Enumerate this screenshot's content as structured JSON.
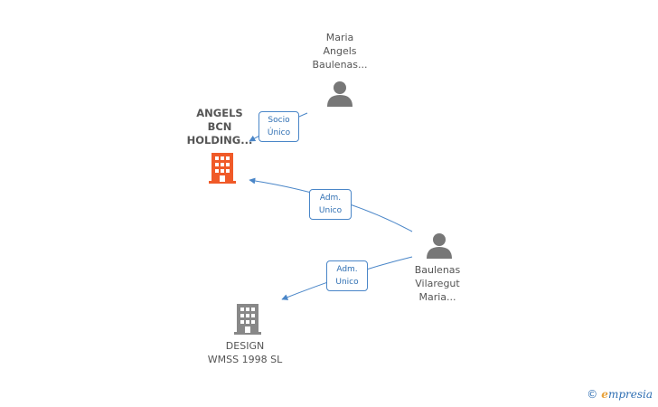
{
  "nodes": {
    "maria_angels": {
      "label": "Maria\nAngels\nBaulenas...",
      "type": "person"
    },
    "angels_bcn": {
      "label": "ANGELS\nBCN\nHOLDING...",
      "type": "company",
      "color": "#f05a28"
    },
    "baulenas_vilaregut": {
      "label": "Baulenas\nVilaregut\nMaria...",
      "type": "person"
    },
    "design_wmss": {
      "label": "DESIGN\nWMSS 1998 SL",
      "type": "company",
      "color": "#888888"
    }
  },
  "edges": {
    "socio_unico": {
      "line1": "Socio",
      "line2": "Único"
    },
    "adm_unico_1": {
      "line1": "Adm.",
      "line2": "Unico"
    },
    "adm_unico_2": {
      "line1": "Adm.",
      "line2": "Unico"
    }
  },
  "colors": {
    "edge": "#4a86c8",
    "person_icon": "#777777"
  },
  "brand": {
    "copyright": "©",
    "name_first": "e",
    "name_rest": "mpresia"
  }
}
